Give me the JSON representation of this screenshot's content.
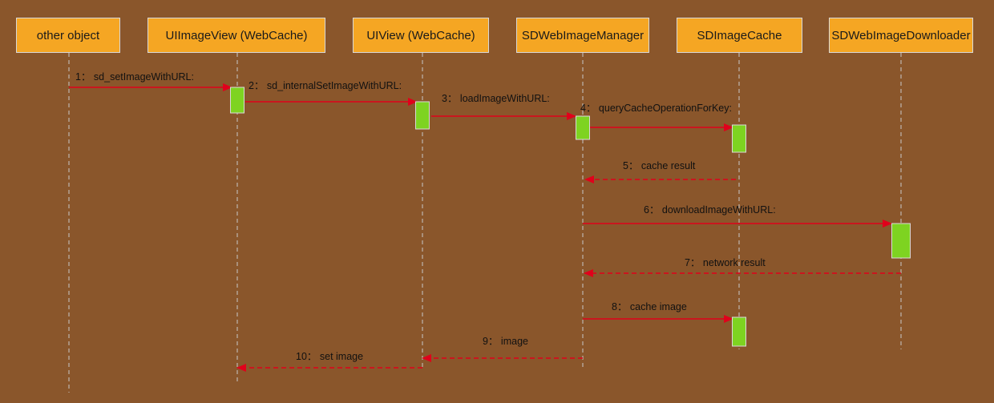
{
  "colors": {
    "background": "#8a562b",
    "participant_fill": "#f5a623",
    "activation_fill": "#7ed321",
    "arrow": "#e0001b",
    "lifeline": "#c8c8c8"
  },
  "participants": [
    {
      "id": "other",
      "label": "other object"
    },
    {
      "id": "imageview",
      "label": "UIImageView (WebCache)"
    },
    {
      "id": "uiview",
      "label": "UIView (WebCache)"
    },
    {
      "id": "manager",
      "label": "SDWebImageManager"
    },
    {
      "id": "cache",
      "label": "SDImageCache"
    },
    {
      "id": "downloader",
      "label": "SDWebImageDownloader"
    }
  ],
  "messages": [
    {
      "num": "1",
      "label": "sd_setImageWithURL:",
      "from": "other",
      "to": "imageview",
      "style": "solid"
    },
    {
      "num": "2",
      "label": "sd_internalSetImageWithURL:",
      "from": "imageview",
      "to": "uiview",
      "style": "solid"
    },
    {
      "num": "3",
      "label": "loadImageWithURL:",
      "from": "uiview",
      "to": "manager",
      "style": "solid"
    },
    {
      "num": "4",
      "label": "queryCacheOperationForKey:",
      "from": "manager",
      "to": "cache",
      "style": "solid"
    },
    {
      "num": "5",
      "label": "cache result",
      "from": "cache",
      "to": "manager",
      "style": "dashed"
    },
    {
      "num": "6",
      "label": "downloadImageWithURL:",
      "from": "manager",
      "to": "downloader",
      "style": "solid"
    },
    {
      "num": "7",
      "label": "network result",
      "from": "downloader",
      "to": "manager",
      "style": "dashed"
    },
    {
      "num": "8",
      "label": "cache image",
      "from": "manager",
      "to": "cache",
      "style": "solid"
    },
    {
      "num": "9",
      "label": "image",
      "from": "manager",
      "to": "uiview",
      "style": "dashed"
    },
    {
      "num": "10",
      "label": "set image",
      "from": "uiview",
      "to": "imageview",
      "style": "dashed"
    }
  ],
  "separator": "："
}
